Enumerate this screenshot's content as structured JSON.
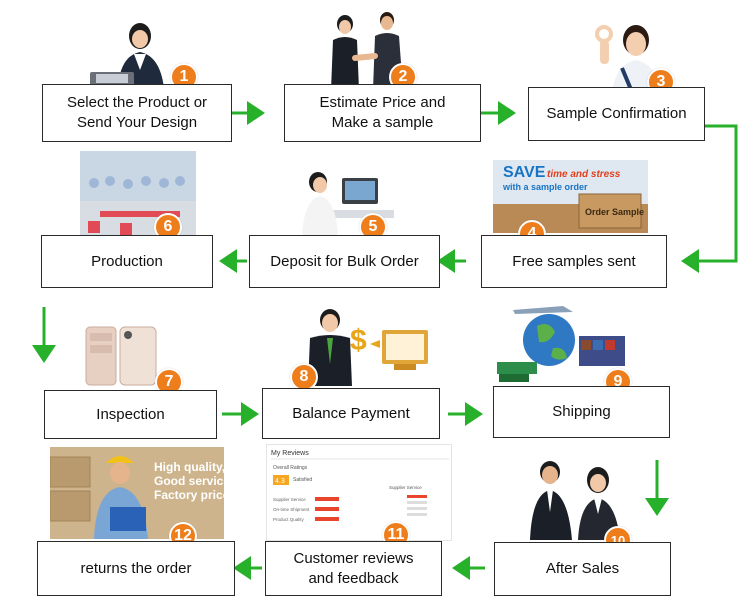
{
  "colors": {
    "arrow": "#27b02a",
    "badge": "#ee7d1c",
    "border": "#2a2a2a"
  },
  "steps": [
    {
      "number": "1",
      "label_lines": [
        "Select the Product or",
        "Send Your Design"
      ]
    },
    {
      "number": "2",
      "label_lines": [
        "Estimate Price and",
        "Make a sample"
      ]
    },
    {
      "number": "3",
      "label_lines": [
        "Sample Confirmation"
      ]
    },
    {
      "number": "4",
      "label_lines": [
        "Free samples sent"
      ]
    },
    {
      "number": "5",
      "label_lines": [
        "Deposit for Bulk Order"
      ]
    },
    {
      "number": "6",
      "label_lines": [
        "Production"
      ]
    },
    {
      "number": "7",
      "label_lines": [
        "Inspection"
      ]
    },
    {
      "number": "8",
      "label_lines": [
        "Balance Payment"
      ]
    },
    {
      "number": "9",
      "label_lines": [
        "Shipping"
      ]
    },
    {
      "number": "10",
      "label_lines": [
        "After Sales"
      ]
    },
    {
      "number": "11",
      "label_lines": [
        "Customer reviews",
        "and feedback"
      ]
    },
    {
      "number": "12",
      "label_lines": [
        "returns the order"
      ]
    }
  ],
  "image_text": {
    "save_banner": [
      "SAVE",
      "time and stress",
      "with a sample order"
    ],
    "order_sample_box": "Order Sample",
    "worker_banner": [
      "High quality,",
      "Good service",
      "Factory price"
    ],
    "reviews_title": "My Reviews",
    "reviews_overall": "Overall Ratings",
    "reviews_score": "4.3",
    "reviews_satisfied": "Satisfied",
    "reviews_rows": [
      "Supplier Service",
      "On-time Shipment",
      "Product Quality"
    ],
    "reviews_right_title": "Supplier Service"
  },
  "icons": [
    "woman-laptop",
    "handshake",
    "ok-gesture-woman",
    "sample-box",
    "desk-worker",
    "factory-floor",
    "phone-case",
    "businessman-money",
    "globe-ship",
    "worker-hardhat",
    "review-screenshot",
    "support-headsets"
  ]
}
